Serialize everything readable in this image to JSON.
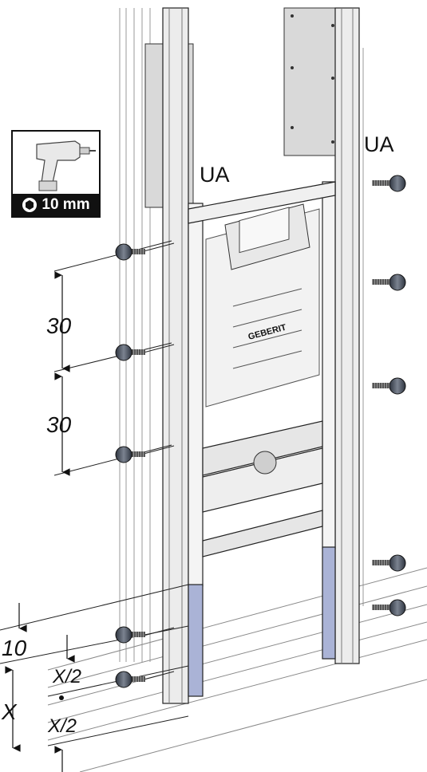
{
  "labels": {
    "ua_left": "UA",
    "ua_right": "UA",
    "dim_30_top": "30",
    "dim_30_bottom": "30",
    "dim_10": "10",
    "dim_x": "X",
    "dim_x_half_top": "X/2",
    "dim_x_half_bottom": "X/2",
    "brand": "GEBERIT"
  },
  "tool": {
    "icon": "cordless-drill-icon",
    "bit_icon": "hex-socket-icon",
    "size_label": "10 mm"
  },
  "colors": {
    "line": "#1a1a1a",
    "panel": "#d9d9d9",
    "frame": "#eeeeee",
    "blue_foot": "#aab3d6",
    "screw": "#444a55"
  }
}
